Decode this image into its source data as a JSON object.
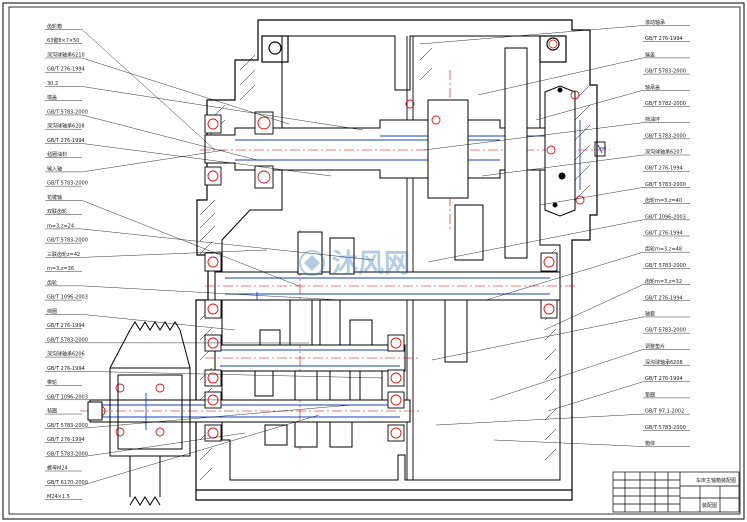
{
  "drawing": {
    "left_labels": [
      "齿轮箱",
      "63键8×7×50",
      "深沟球轴承6210",
      "GB/T 276-1994",
      "30.2",
      "端盖",
      "GB/T 5783-2000",
      "深沟球轴承6208",
      "GB/T 276-1994",
      "毡圈油封",
      "输入轴",
      "GB/T 5783-2000",
      "花键轴",
      "双联齿轮",
      "m=3,z=24",
      "GB/T 5783-2000",
      "三联齿轮z=42",
      "m=3,z=36",
      "齿轮",
      "GB/T 1096-2003",
      "挡圈",
      "GB/T 276-1994",
      "GB/T 5783-2000",
      "深沟球轴承6206",
      "GB/T 276-1994",
      "带轮",
      "GB/T 1096-2003",
      "毡圈",
      "GB/T 5783-2000",
      "GB/T 276-1994",
      "GB/T 5783-2000",
      "螺母M24",
      "GB/T 6170-2000",
      "M24×1.5"
    ],
    "right_labels": [
      "滚动轴承",
      "GB/T 276-1994",
      "端盖",
      "GB/T 5783-2000",
      "轴承盖",
      "GB/T 5782-2000",
      "挡油环",
      "GB/T 5783-2000",
      "深沟球轴承6207",
      "GB/T 276-1994",
      "GB/T 5783-2000",
      "齿轮m=3,z=40",
      "GB/T 1096-2003",
      "GB/T 276-1994",
      "齿轮m=3,z=48",
      "GB/T 5783-2000",
      "齿轮m=3,z=32",
      "GB/T 276-1994",
      "轴套",
      "GB/T 5783-2000",
      "调整垫片",
      "深沟球轴承6208",
      "GB/T 276-1994",
      "垫圈",
      "GB/T 97.1-2002",
      "GB/T 5783-2000",
      "箱体"
    ],
    "watermark": "沐风网",
    "title_block": {
      "title": "车床主轴箱装配图",
      "drawing_no": "装配图"
    }
  }
}
